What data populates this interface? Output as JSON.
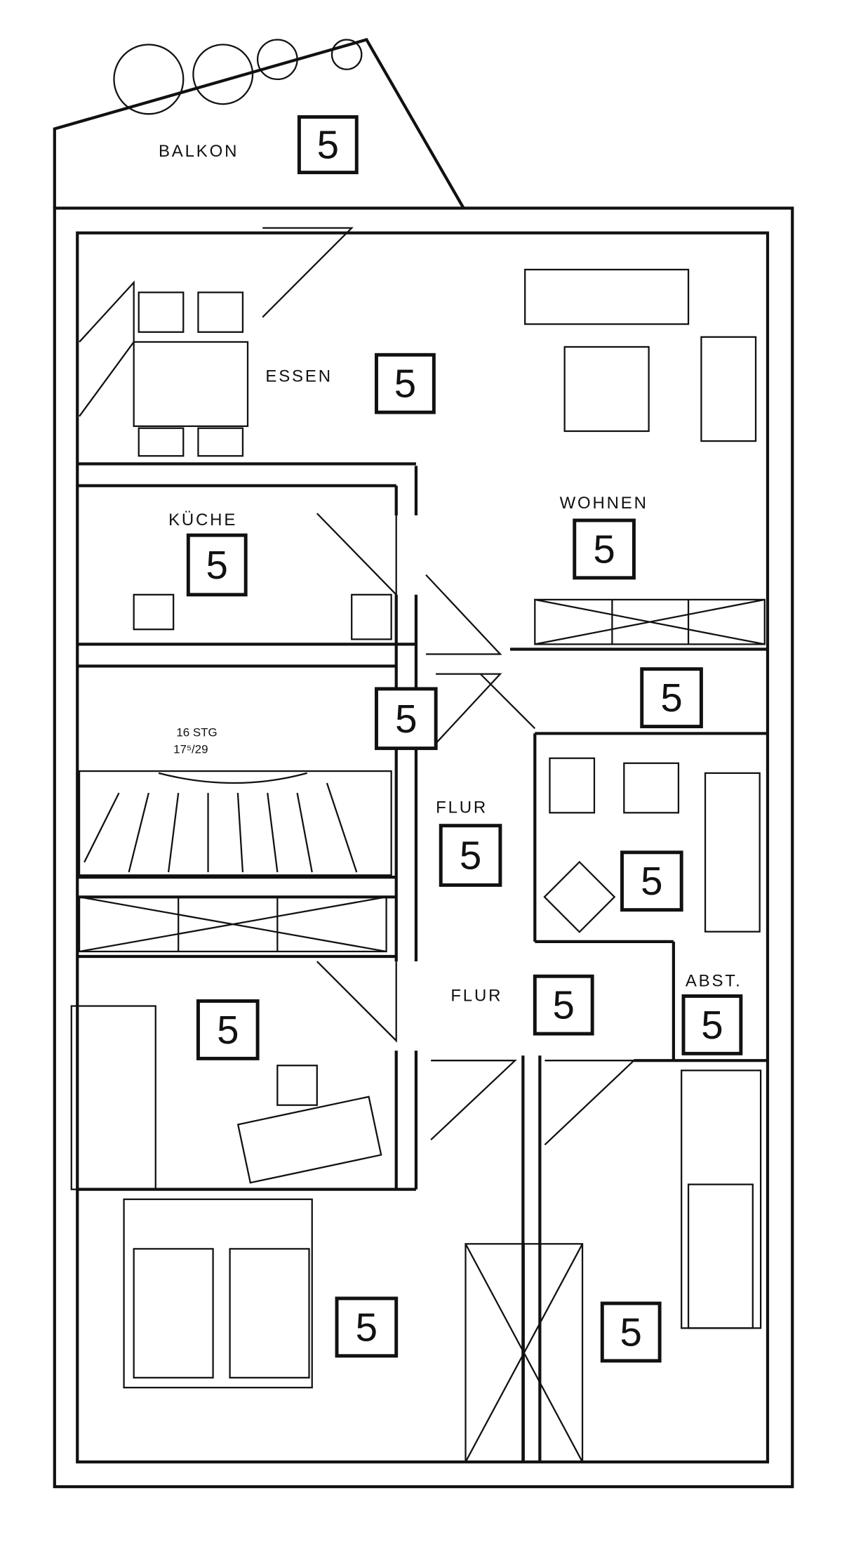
{
  "title": "Floor plan",
  "rooms": [
    {
      "label": "BALKON",
      "code": "5"
    },
    {
      "label": "ESSEN",
      "code": "5"
    },
    {
      "label": "KÜCHE",
      "code": "5"
    },
    {
      "label": "WOHNEN",
      "code": "5"
    },
    {
      "label": "",
      "code": "5"
    },
    {
      "label": "",
      "code": "5"
    },
    {
      "label": "FLUR",
      "code": "5"
    },
    {
      "label": "",
      "code": "5"
    },
    {
      "label": "FLUR",
      "code": "5"
    },
    {
      "label": "ABST.",
      "code": "5"
    },
    {
      "label": "",
      "code": "5"
    },
    {
      "label": "",
      "code": "5"
    },
    {
      "label": "",
      "code": "5"
    }
  ],
  "stair": {
    "line1": "16 STG",
    "line2": "17⁵/29"
  }
}
